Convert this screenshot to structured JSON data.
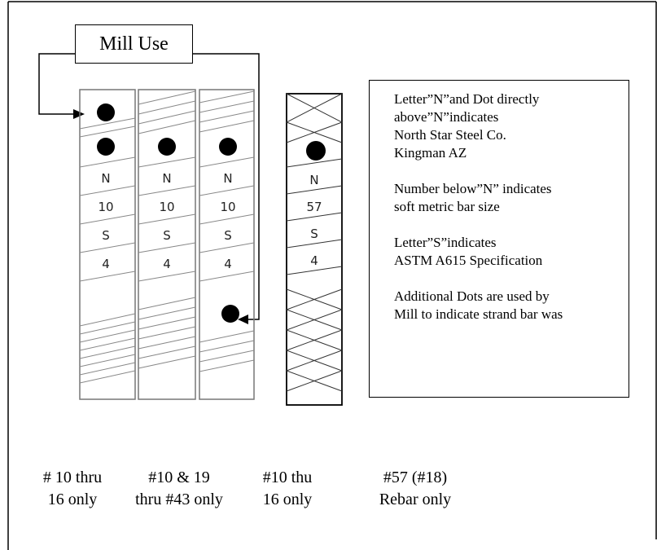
{
  "mill_use_label": "Mill Use",
  "info": {
    "p1": [
      "Letter”N”and Dot directly",
      "above”N”indicates",
      "North Star Steel Co.",
      "Kingman AZ"
    ],
    "p2": [
      "Number below”N” indicates",
      "soft metric bar size"
    ],
    "p3": [
      "Letter”S”indicates",
      "ASTM A615 Specification"
    ],
    "p4": [
      "Additional Dots are used by",
      "Mill to indicate strand bar was"
    ]
  },
  "bars": [
    {
      "marks": [
        "N",
        "10",
        "S",
        "4"
      ]
    },
    {
      "marks": [
        "N",
        "10",
        "S",
        "4"
      ]
    },
    {
      "marks": [
        "N",
        "10",
        "S",
        "4"
      ]
    },
    {
      "marks": [
        "N",
        "57",
        "S",
        "4"
      ]
    }
  ],
  "captions": [
    {
      "line1": "# 10 thru",
      "line2": "16 only"
    },
    {
      "line1": "#10 & 19",
      "line2": "thru #43 only"
    },
    {
      "line1": "#10 thu",
      "line2": "16 only"
    },
    {
      "line1": "#57 (#18)",
      "line2": "Rebar only"
    }
  ]
}
